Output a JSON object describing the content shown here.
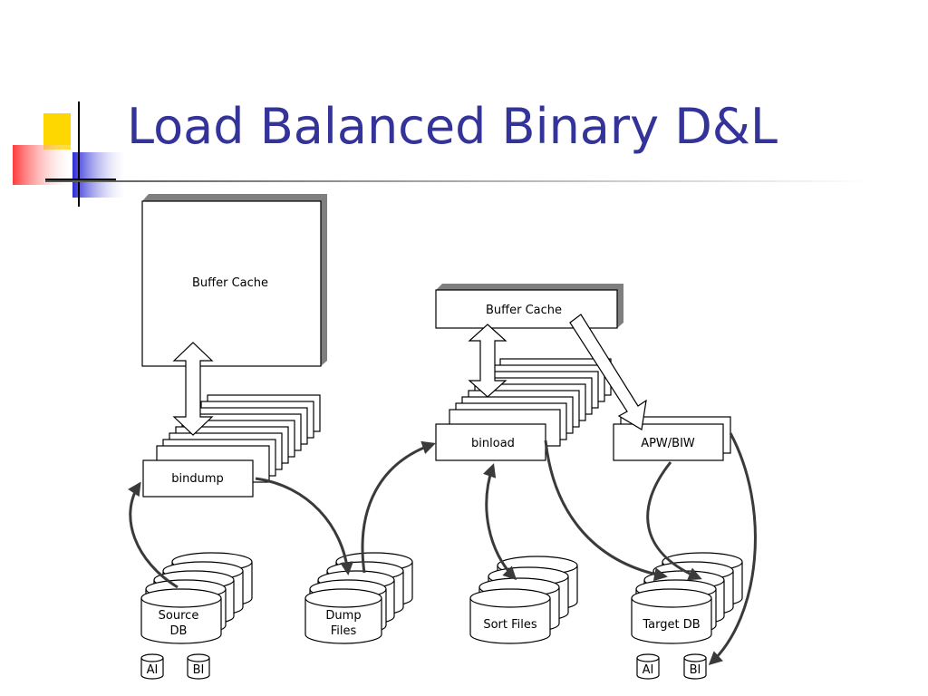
{
  "slide": {
    "title": "Load Balanced Binary D&L"
  },
  "diagram": {
    "left_buffer_cache": "Buffer Cache",
    "right_buffer_cache": "Buffer Cache",
    "bindump": "bindump",
    "binload": "binload",
    "apw_biw": "APW/BIW",
    "source_db_line1": "Source",
    "source_db_line2": "DB",
    "dump_files_line1": "Dump",
    "dump_files_line2": "Files",
    "sort_files": "Sort Files",
    "target_db": "Target DB",
    "ai_left": "AI",
    "bi_left": "BI",
    "ai_right": "AI",
    "bi_right": "BI"
  },
  "colors": {
    "title": "#333399",
    "deco_yellow": "#ffd700",
    "deco_red": "#ff4d4d",
    "deco_blue": "#3333cc"
  }
}
